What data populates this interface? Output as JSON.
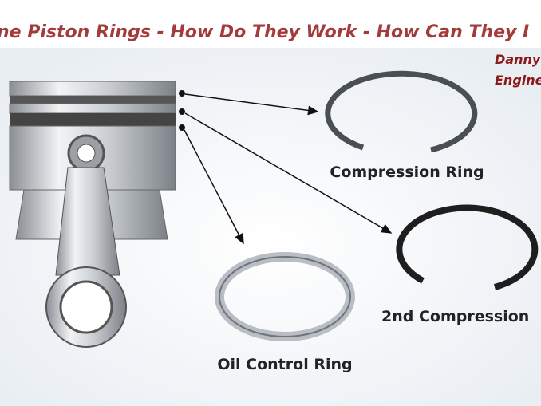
{
  "title": "ne Piston Rings - How Do They Work - How Can They I",
  "author": {
    "line1": "Danny",
    "line2": "Engine"
  },
  "labels": {
    "compression_ring": "Compression Ring",
    "second_compression_ring": "2nd Compression",
    "oil_control_ring": "Oil Control Ring"
  },
  "colors": {
    "title": "#a33b3b",
    "author": "#8b1a1a",
    "label": "#222222"
  }
}
